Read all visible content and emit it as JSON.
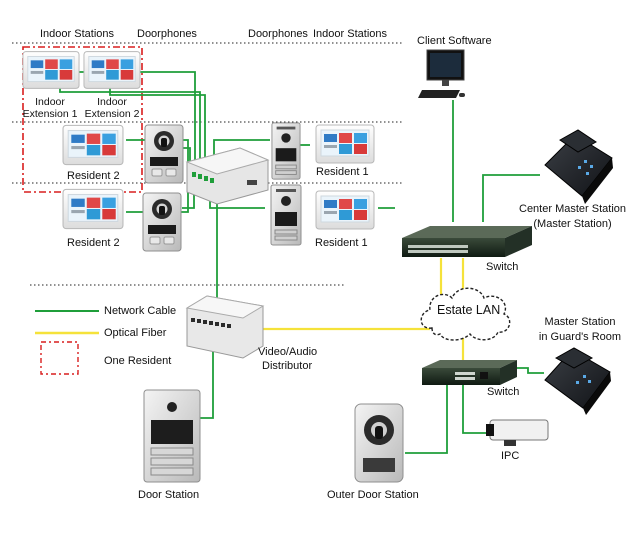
{
  "headers": {
    "indoor_stations_left": "Indoor Stations",
    "doorphones_left": "Doorphones",
    "doorphones_right": "Doorphones",
    "indoor_stations_right": "Indoor Stations"
  },
  "devices": {
    "indoor_extension_1": "Indoor Extension 1",
    "indoor_extension_2": "Indoor Extension 2",
    "resident_2_a": "Resident 2",
    "resident_2_b": "Resident 2",
    "resident_1_a": "Resident 1",
    "resident_1_b": "Resident 1",
    "client_software": "Client Software",
    "center_master_station": "Center Master Station",
    "center_master_station_sub": "(Master Station)",
    "switch_top": "Switch",
    "estate_lan": "Estate LAN",
    "master_station_guard": "Master Station",
    "master_station_guard_sub": "in Guard's Room",
    "switch_bottom": "Switch",
    "ipc": "IPC",
    "video_audio_distributor": "Video/Audio",
    "video_audio_distributor_sub": "Distributor",
    "door_station": "Door Station",
    "outer_door_station": "Outer Door Station"
  },
  "legend": {
    "network_cable": "Network Cable",
    "optical_fiber": "Optical Fiber",
    "one_resident": "One Resident"
  },
  "colors": {
    "network_cable": "#1f9e3a",
    "optical_fiber": "#f5e23a",
    "one_resident": "#d81e1e"
  },
  "icons": {
    "indoor_station": "indoor-station-icon",
    "doorphone": "doorphone-icon",
    "switch": "switch-icon",
    "monitor": "monitor-icon",
    "master_station": "master-station-icon",
    "camera": "camera-icon",
    "cloud": "cloud-icon"
  }
}
